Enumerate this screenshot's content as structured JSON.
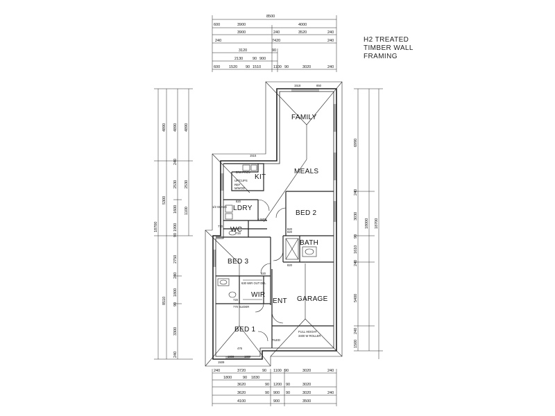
{
  "title_lines": [
    "H2 TREATED",
    "TIMBER WALL",
    "FRAMING"
  ],
  "rooms": {
    "family": "FAMILY",
    "meals": "MEALS",
    "kit": "KIT",
    "ldry": "LDRY",
    "bed2": "BED 2",
    "wc": "WC",
    "bath": "BATH",
    "bed3": "BED 3",
    "wir": "WIR",
    "ent": "ENT",
    "garage": "GARAGE",
    "bed1": "BED 1"
  },
  "top_dims": {
    "row1": [
      "8500"
    ],
    "row2": [
      "600",
      "3900",
      "4000"
    ],
    "row3": [
      "3900",
      "240",
      "3520",
      "240"
    ],
    "row4": [
      "240",
      "7420",
      "240"
    ],
    "row5": [
      "3120",
      "90"
    ],
    "row6": [
      "2130",
      "90",
      "900"
    ],
    "row7": [
      "600",
      "1520",
      "90",
      "1510",
      "1100",
      "90",
      "3020",
      "240"
    ]
  },
  "bottom_dims": {
    "row1": [
      "240",
      "3720",
      "90",
      "1100",
      "90",
      "3020",
      "240"
    ],
    "row2": [
      "1800",
      "90",
      "1830"
    ],
    "row3": [
      "3620",
      "90",
      "1200",
      "90",
      "3020"
    ],
    "row4": [
      "3620",
      "90",
      "900",
      "90",
      "3020",
      "240"
    ],
    "row5": [
      "4100",
      "900",
      "3500"
    ]
  },
  "left_dims": {
    "outer": [
      "18700"
    ],
    "col1": [
      "4890",
      "5300",
      "8510"
    ],
    "col2": [
      "4890",
      "240",
      "2530",
      "1600",
      "1900",
      "90",
      "2750",
      "240",
      "1800",
      "90",
      "3300",
      "240"
    ],
    "col3": [
      "4890",
      "2530",
      "1100"
    ]
  },
  "right_dims": {
    "col1": [
      "6990",
      "240",
      "3030",
      "90",
      "1610",
      "240",
      "5400",
      "240",
      "1500"
    ],
    "col2": [
      "18000",
      "18700"
    ]
  },
  "annotations": {
    "kit_top": "1515",
    "dw": "D/W PROV",
    "upcups": "UP/CUPS",
    "ref": "REF",
    "mw": "M/WOD",
    "glass": "1/2 GLASS",
    "linen": "LINEN",
    "d820a": "820",
    "d820b": "820",
    "d820c": "820",
    "d820d": "820",
    "d720": "720",
    "d770": "770",
    "d820e": "820",
    "family_window": "1518",
    "family_window2": "850",
    "w1": "1509",
    "w2": "1809",
    "w3": "1809",
    "d476": "476",
    "robe": "630 WIR OUT DEL",
    "roller": "FULL HEIGHT",
    "roller2": "3400 W ROLLER",
    "tiled": "TILED",
    "d720b": "720",
    "slider": "770 SLIDER"
  }
}
